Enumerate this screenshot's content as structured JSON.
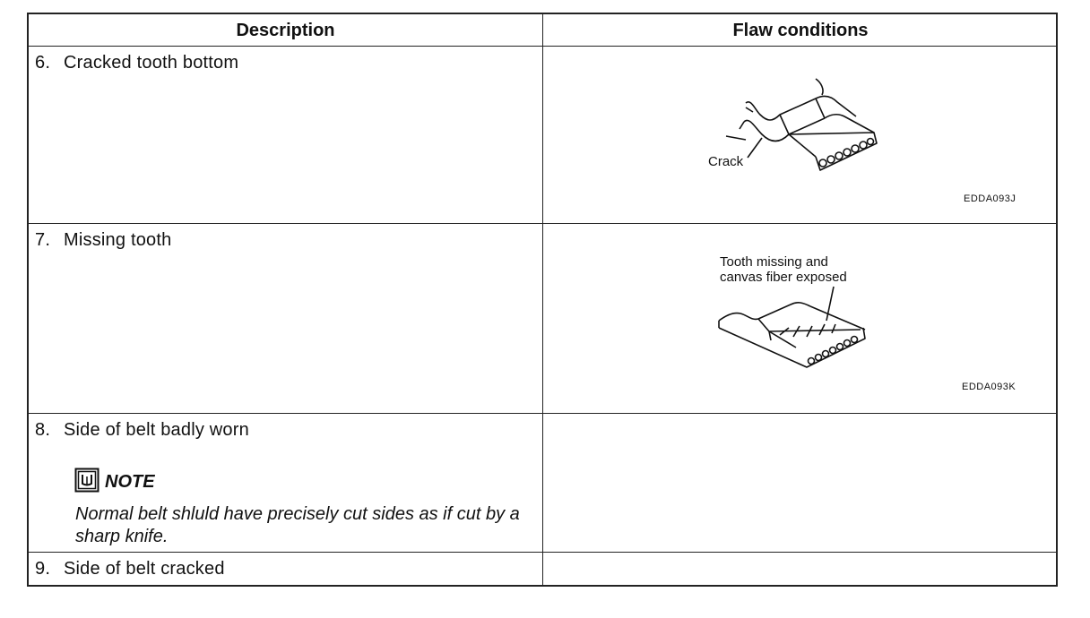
{
  "table": {
    "headers": [
      "Description",
      "Flaw conditions"
    ],
    "rows": [
      {
        "num": "6.",
        "desc": "Cracked tooth bottom",
        "fig_label": "Crack",
        "fig_code": "EDDA093J"
      },
      {
        "num": "7.",
        "desc": "Missing tooth",
        "fig_label_lines": [
          "Tooth missing and",
          "canvas fiber exposed"
        ],
        "fig_code": "EDDA093K"
      },
      {
        "num": "8.",
        "desc": "Side of belt badly worn",
        "note_title": "NOTE",
        "note_text": "Normal belt shluld have precisely cut sides as if cut by a sharp knife."
      },
      {
        "num": "9.",
        "desc": "Side of belt cracked"
      }
    ]
  },
  "icons": {
    "note": "book-note-icon"
  }
}
